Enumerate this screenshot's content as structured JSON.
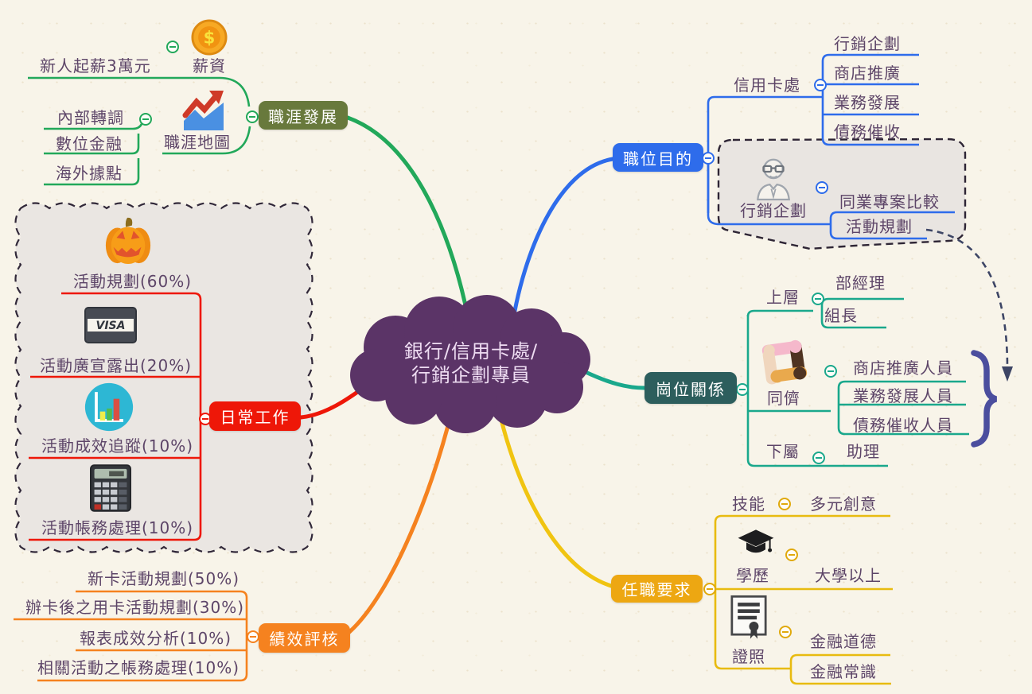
{
  "central": {
    "line1": "銀行/信用卡處/",
    "line2": "行銷企劃專員"
  },
  "branches": {
    "career": {
      "label": "職涯發展",
      "salary": {
        "label": "薪資",
        "icon": "coin-icon",
        "child": "新人起薪3萬元"
      },
      "map": {
        "label": "職涯地圖",
        "icon": "trend-chart-icon",
        "children": [
          "內部轉調",
          "數位金融",
          "海外據點"
        ]
      }
    },
    "purpose": {
      "label": "職位目的",
      "dept": {
        "label": "信用卡處",
        "children": [
          "行銷企劃",
          "商店推廣",
          "業務發展",
          "債務催收"
        ]
      },
      "group": {
        "label": "行銷企劃",
        "icon": "person-icon",
        "children": [
          "同業專案比較",
          "活動規劃"
        ]
      }
    },
    "relations": {
      "label": "崗位關係",
      "upper": {
        "label": "上層",
        "children": [
          "部經理",
          "組長"
        ]
      },
      "peers": {
        "label": "同儕",
        "icon": "hands-icon",
        "children": [
          "商店推廣人員",
          "業務發展人員",
          "債務催收人員"
        ]
      },
      "subordinates": {
        "label": "下屬",
        "children": [
          "助理"
        ]
      }
    },
    "daily": {
      "label": "日常工作",
      "items": [
        {
          "label": "活動規劃(60%)",
          "icon": "pumpkin-icon"
        },
        {
          "label": "活動廣宣露出(20%)",
          "icon": "visa-card-icon"
        },
        {
          "label": "活動成效追蹤(10%)",
          "icon": "bar-chart-icon"
        },
        {
          "label": "活動帳務處理(10%)",
          "icon": "calculator-icon"
        }
      ]
    },
    "review": {
      "label": "績效評核",
      "items": [
        "新卡活動規劃(50%)",
        "辦卡後之用卡活動規劃(30%)",
        "報表成效分析(10%)",
        "相關活動之帳務處理(10%)"
      ]
    },
    "requirements": {
      "label": "任職要求",
      "skill": {
        "label": "技能",
        "child": "多元創意"
      },
      "education": {
        "label": "學歷",
        "icon": "graduation-cap-icon",
        "child": "大學以上"
      },
      "license": {
        "label": "證照",
        "icon": "certificate-icon",
        "children": [
          "金融道德",
          "金融常識"
        ]
      }
    }
  },
  "icons": {
    "coin_symbol": "$",
    "visa_text": "VISA"
  },
  "colors": {
    "career_line": "#22a85a",
    "career_box": "#68793c",
    "purpose": "#2e6ceb",
    "relations_line": "#1aa88c",
    "relations_box": "#2d5e5d",
    "daily": "#ee1708",
    "review": "#f5821f",
    "requirements_line": "#e8bb10",
    "requirements_box": "#eda712",
    "central_fill": "#5b3467",
    "relationship_arrow": "#3d4565",
    "summary_brace": "#4b4e9e",
    "boundary_fill": "#eae6e2"
  }
}
